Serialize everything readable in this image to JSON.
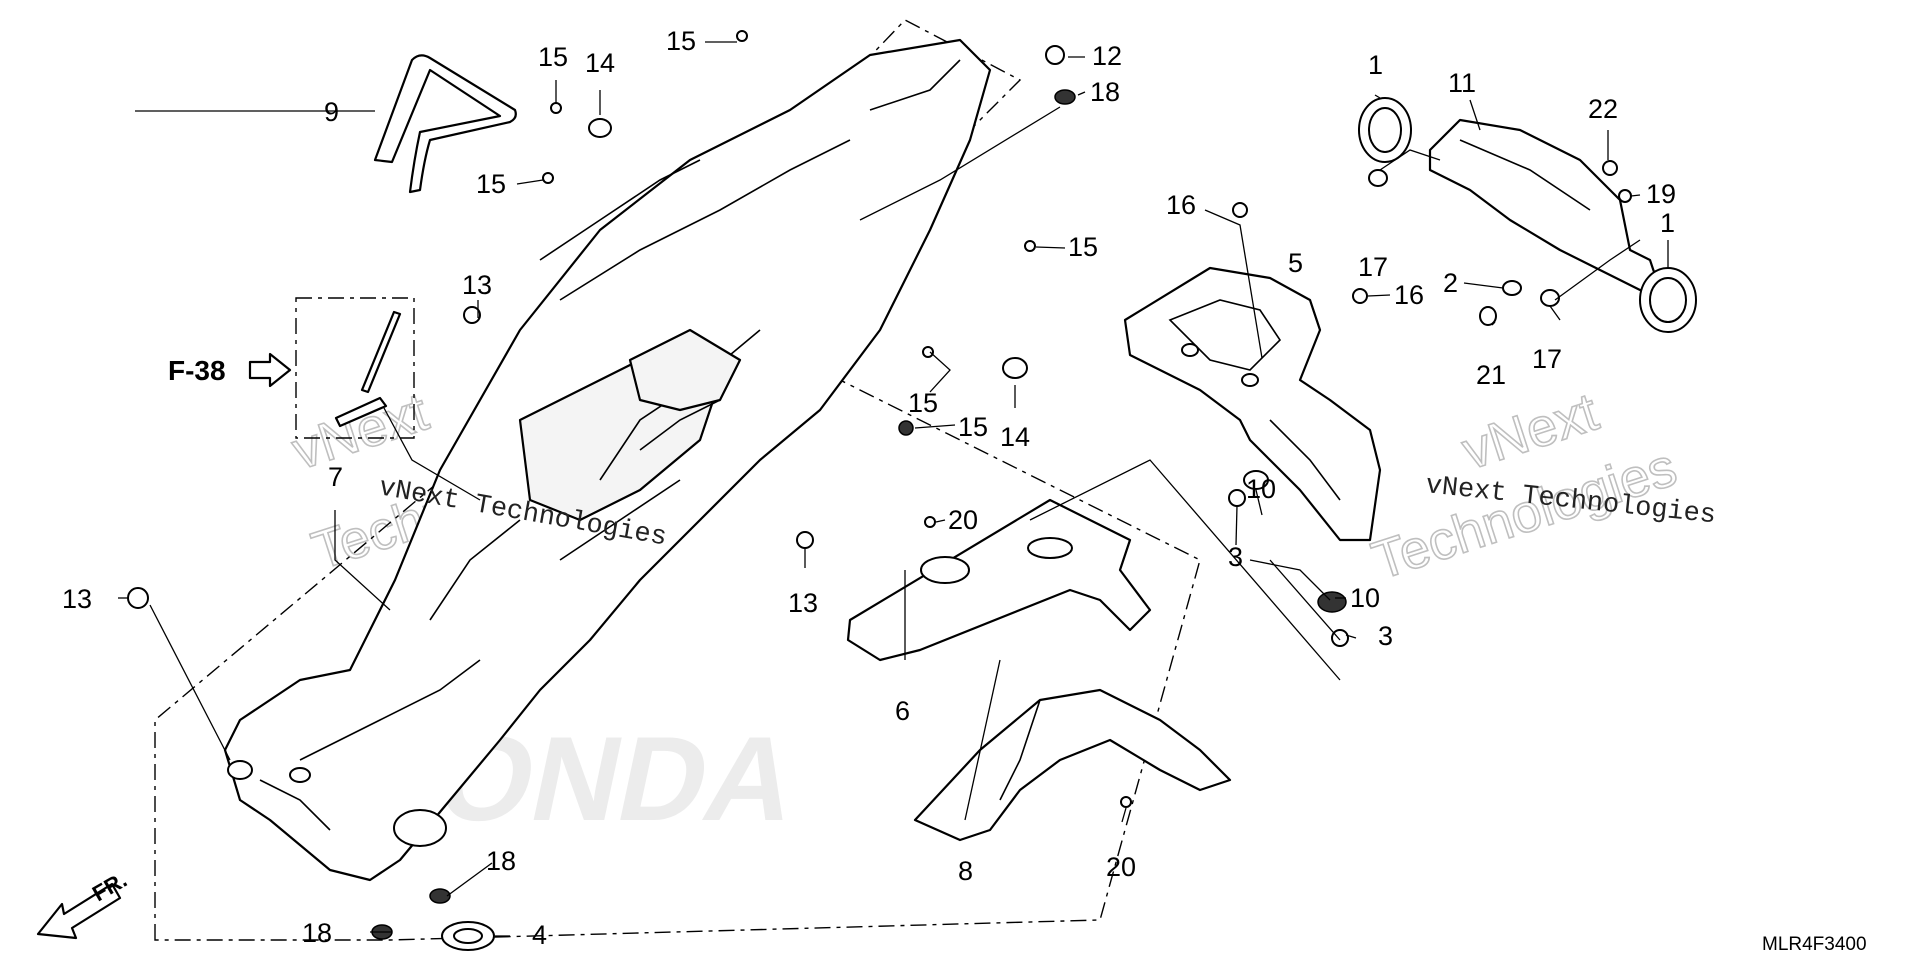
{
  "callouts": {
    "c1a": "1",
    "c1b": "1",
    "c2": "2",
    "c3a": "3",
    "c3b": "3",
    "c4": "4",
    "c5": "5",
    "c6": "6",
    "c7": "7",
    "c8": "8",
    "c9": "9",
    "c10a": "10",
    "c10b": "10",
    "c11": "11",
    "c12": "12",
    "c13a": "13",
    "c13b": "13",
    "c13c": "13",
    "c14a": "14",
    "c14b": "14",
    "c15a": "15",
    "c15b": "15",
    "c15c": "15",
    "c15d": "15",
    "c15e": "15",
    "c15f": "15",
    "c16a": "16",
    "c16b": "16",
    "c17a": "17",
    "c17b": "17",
    "c18a": "18",
    "c18b": "18",
    "c18c": "18",
    "c19": "19",
    "c20a": "20",
    "c20b": "20",
    "c21": "21",
    "c22": "22"
  },
  "section_ref": "F-38",
  "direction_label": "FR.",
  "diagram_code": "MLR4F3400",
  "watermarks": {
    "line_a": "vNext Technologies",
    "line_b": "vNext Technologies",
    "big_a_line1": "vNext",
    "big_a_line2": "Technologies",
    "big_b_line1": "vNext",
    "big_b_line2": "Technologies",
    "logo": "HONDA"
  }
}
